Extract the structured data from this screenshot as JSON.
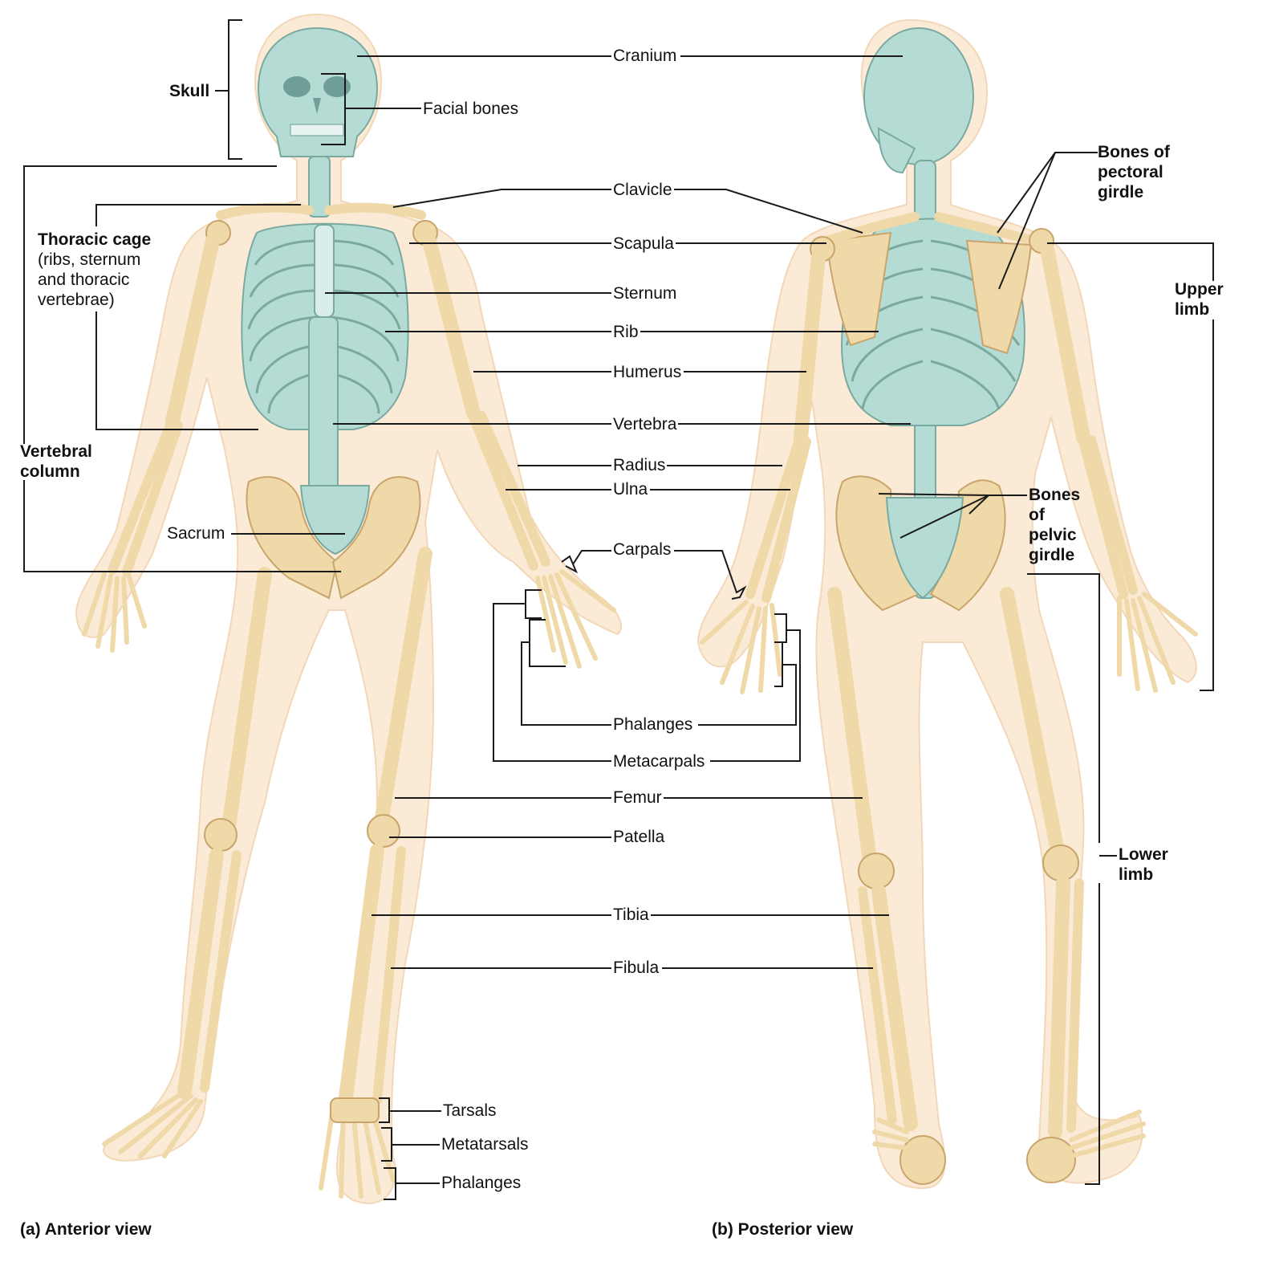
{
  "colors": {
    "axial_skeleton": "#b5dcd4",
    "appendicular_skeleton": "#f0d9a8",
    "body_silhouette": "#fbead6",
    "leader_line": "#1a1a1a"
  },
  "labels": {
    "skull": "Skull",
    "cranium": "Cranium",
    "facial_bones": "Facial bones",
    "clavicle": "Clavicle",
    "scapula": "Scapula",
    "sternum": "Sternum",
    "rib": "Rib",
    "humerus": "Humerus",
    "vertebra": "Vertebra",
    "radius": "Radius",
    "ulna": "Ulna",
    "carpals": "Carpals",
    "phalanges_hand": "Phalanges",
    "metacarpals": "Metacarpals",
    "femur": "Femur",
    "patella": "Patella",
    "tibia": "Tibia",
    "fibula": "Fibula",
    "tarsals": "Tarsals",
    "metatarsals": "Metatarsals",
    "phalanges_foot": "Phalanges",
    "sacrum": "Sacrum",
    "thoracic_cage_title": "Thoracic cage",
    "thoracic_cage_line1": "(ribs, sternum",
    "thoracic_cage_line2": "and thoracic",
    "thoracic_cage_line3": "vertebrae)",
    "vertebral_column_line1": "Vertebral",
    "vertebral_column_line2": "column",
    "pectoral_line1": "Bones of",
    "pectoral_line2": "pectoral",
    "pectoral_line3": "girdle",
    "upper_limb_line1": "Upper",
    "upper_limb_line2": "limb",
    "pelvic_line1": "Bones",
    "pelvic_line2": "of",
    "pelvic_line3": "pelvic",
    "pelvic_line4": "girdle",
    "lower_limb_line1": "Lower",
    "lower_limb_line2": "limb"
  },
  "captions": {
    "anterior": "(a) Anterior view",
    "posterior": "(b) Posterior view"
  }
}
